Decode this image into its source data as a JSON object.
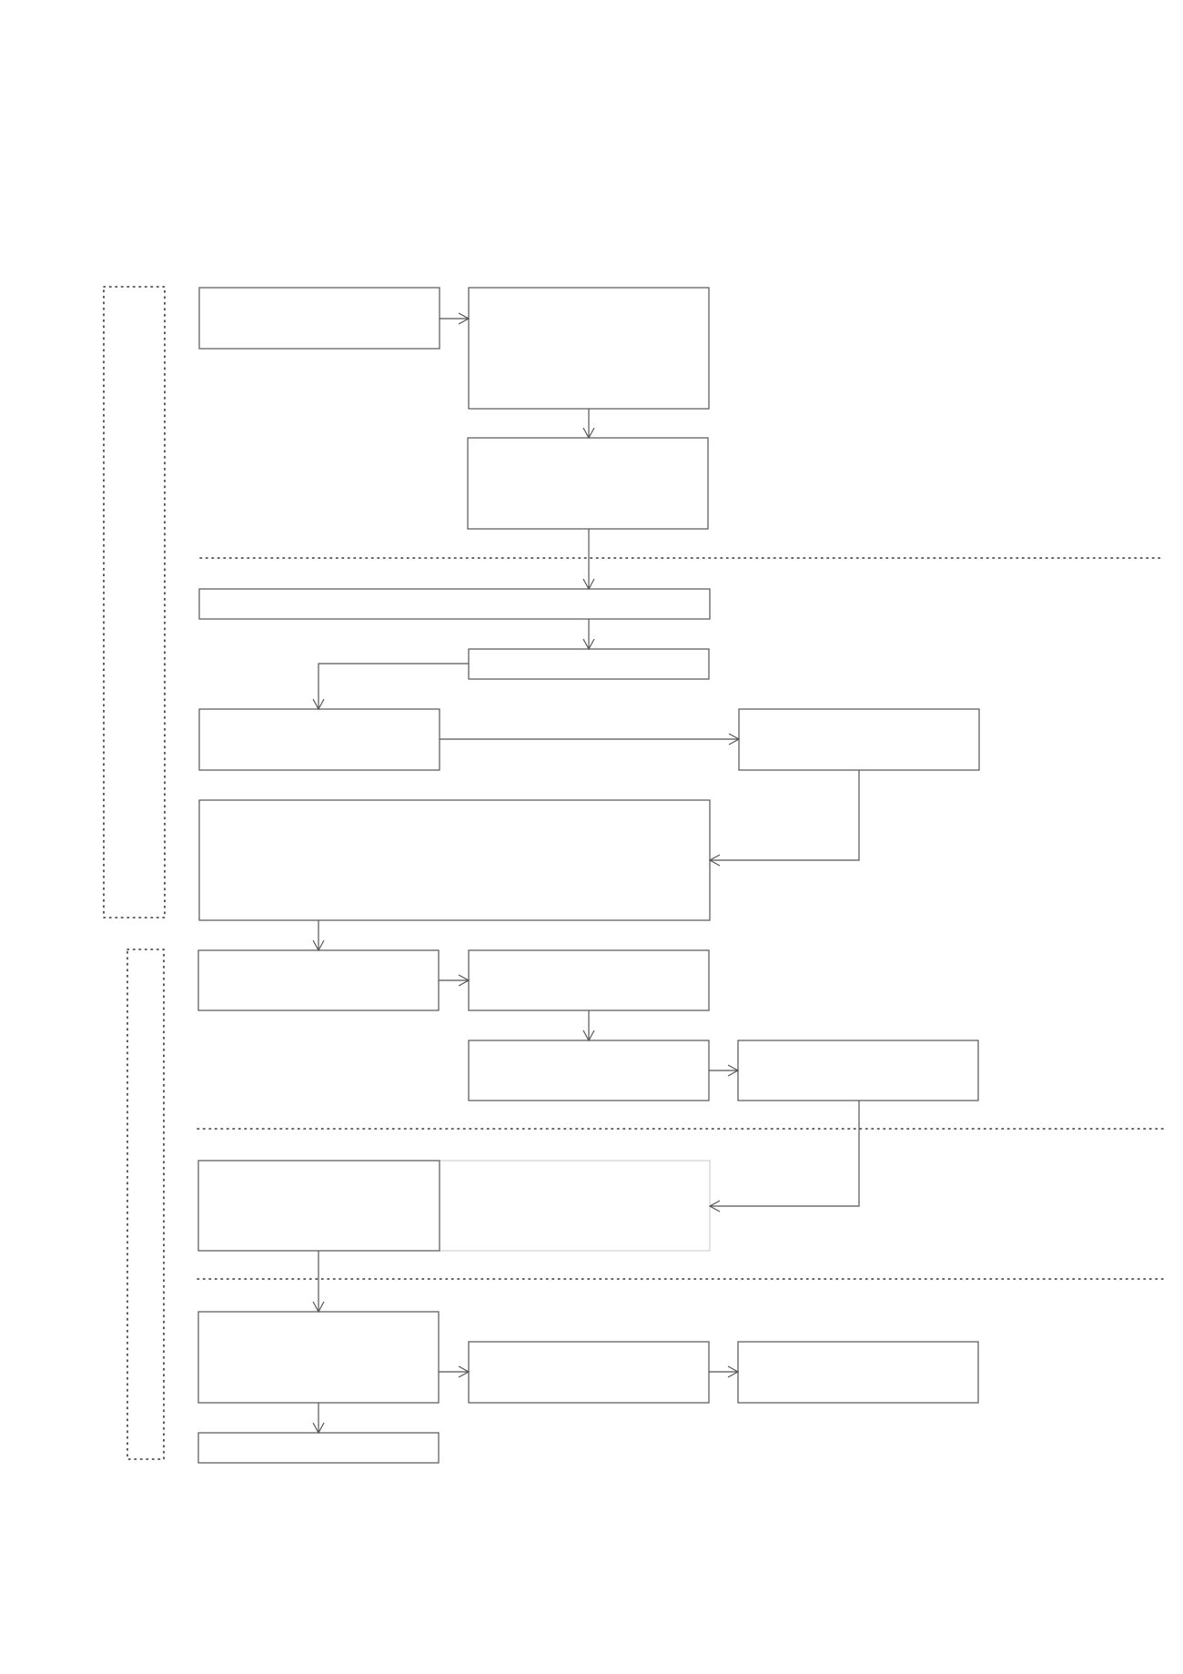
{
  "diagram": {
    "type": "flowchart",
    "group_frames": [
      "upper-group",
      "lower-group"
    ],
    "section_dividers": 3,
    "boxes": [
      {
        "id": "b1",
        "text": ""
      },
      {
        "id": "b2",
        "text": ""
      },
      {
        "id": "b3",
        "text": ""
      },
      {
        "id": "b4",
        "text": ""
      },
      {
        "id": "b5",
        "text": ""
      },
      {
        "id": "b6",
        "text": ""
      },
      {
        "id": "b7",
        "text": ""
      },
      {
        "id": "b8",
        "text": ""
      },
      {
        "id": "b9",
        "text": ""
      },
      {
        "id": "b10",
        "text": ""
      },
      {
        "id": "b11",
        "text": ""
      },
      {
        "id": "b12",
        "text": ""
      },
      {
        "id": "b13",
        "text": ""
      },
      {
        "id": "b14",
        "text": ""
      },
      {
        "id": "b15",
        "text": ""
      },
      {
        "id": "b16",
        "text": ""
      },
      {
        "id": "b17",
        "text": ""
      }
    ],
    "connections": [
      {
        "from": "b1",
        "to": "b2"
      },
      {
        "from": "b2",
        "to": "b3"
      },
      {
        "from": "b3",
        "to": "b4"
      },
      {
        "from": "b4",
        "to": "b5"
      },
      {
        "from": "b5",
        "to": "b6"
      },
      {
        "from": "b6",
        "to": "b7"
      },
      {
        "from": "b7",
        "to": "b8"
      },
      {
        "from": "b8",
        "to": "b9"
      },
      {
        "from": "b9",
        "to": "b10"
      },
      {
        "from": "b10",
        "to": "b11"
      },
      {
        "from": "b11",
        "to": "b12"
      },
      {
        "from": "b12",
        "to": "b13"
      },
      {
        "from": "b13",
        "to": "b14"
      },
      {
        "from": "b14",
        "to": "b15"
      },
      {
        "from": "b15",
        "to": "b16"
      },
      {
        "from": "b14",
        "to": "b17"
      }
    ]
  }
}
